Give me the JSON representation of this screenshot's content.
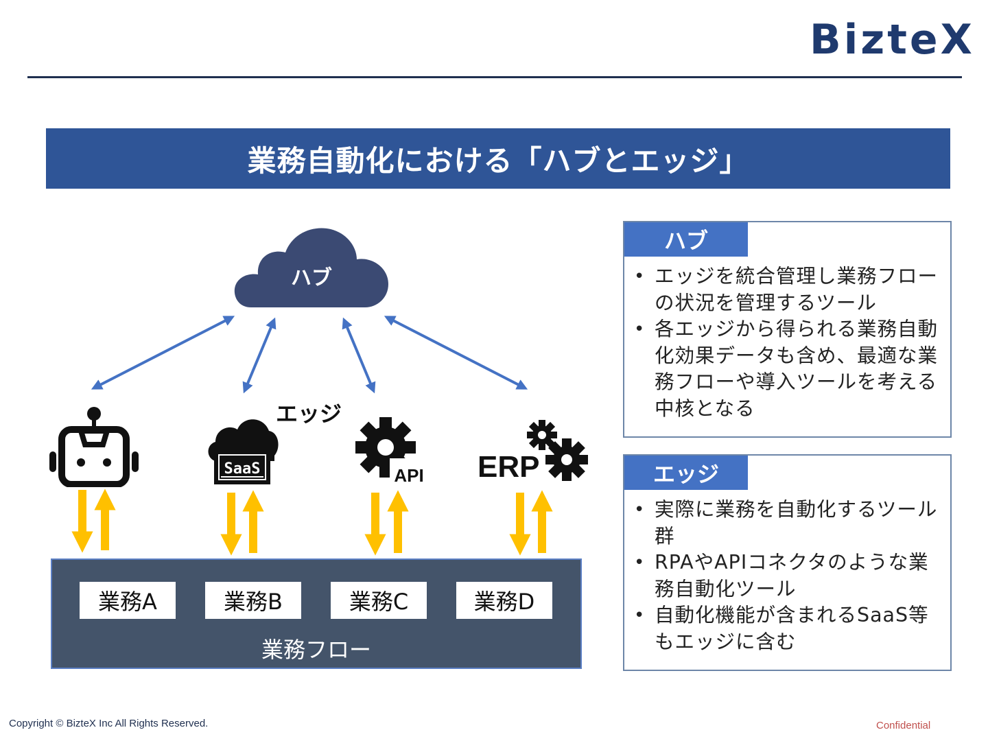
{
  "brand": {
    "logo_text": "BizteX"
  },
  "title": "業務自動化における「ハブとエッジ」",
  "diagram": {
    "hub_label": "ハブ",
    "edge_label": "エッジ",
    "edge_tools": [
      {
        "name": "robot",
        "icon": "robot-icon"
      },
      {
        "name": "SaaS",
        "icon": "saas-cloud-icon",
        "icon_text": "SaaS"
      },
      {
        "name": "API",
        "icon": "api-gear-icon",
        "icon_text": "API"
      },
      {
        "name": "ERP",
        "icon": "erp-gears-icon",
        "label": "ERP"
      }
    ],
    "tasks": [
      "業務A",
      "業務B",
      "業務C",
      "業務D"
    ],
    "flow_label": "業務フロー"
  },
  "panels": {
    "hub": {
      "header": "ハブ",
      "bullets": [
        "エッジを統合管理し業務フローの状況を管理するツール",
        "各エッジから得られる業務自動化効果データも含め、最適な業務フローや導入ツールを考える中核となる"
      ]
    },
    "edge": {
      "header": "エッジ",
      "bullets": [
        "実際に業務を自動化するツール群",
        "RPAやAPIコネクタのような業務自動化ツール",
        "自動化機能が含まれるSaaS等もエッジに含む"
      ]
    }
  },
  "colors": {
    "title_bar": "#2f5597",
    "hub_cloud": "#3b4a73",
    "link_arrow": "#4472c4",
    "flow_arrow": "#ffc000",
    "flow_box": "#44546a",
    "panel_header": "#4472c4",
    "confidential": "#c0504d"
  },
  "footer": {
    "copyright": "Copyright © BizteX Inc All Rights Reserved.",
    "confidential": "Confidential"
  }
}
